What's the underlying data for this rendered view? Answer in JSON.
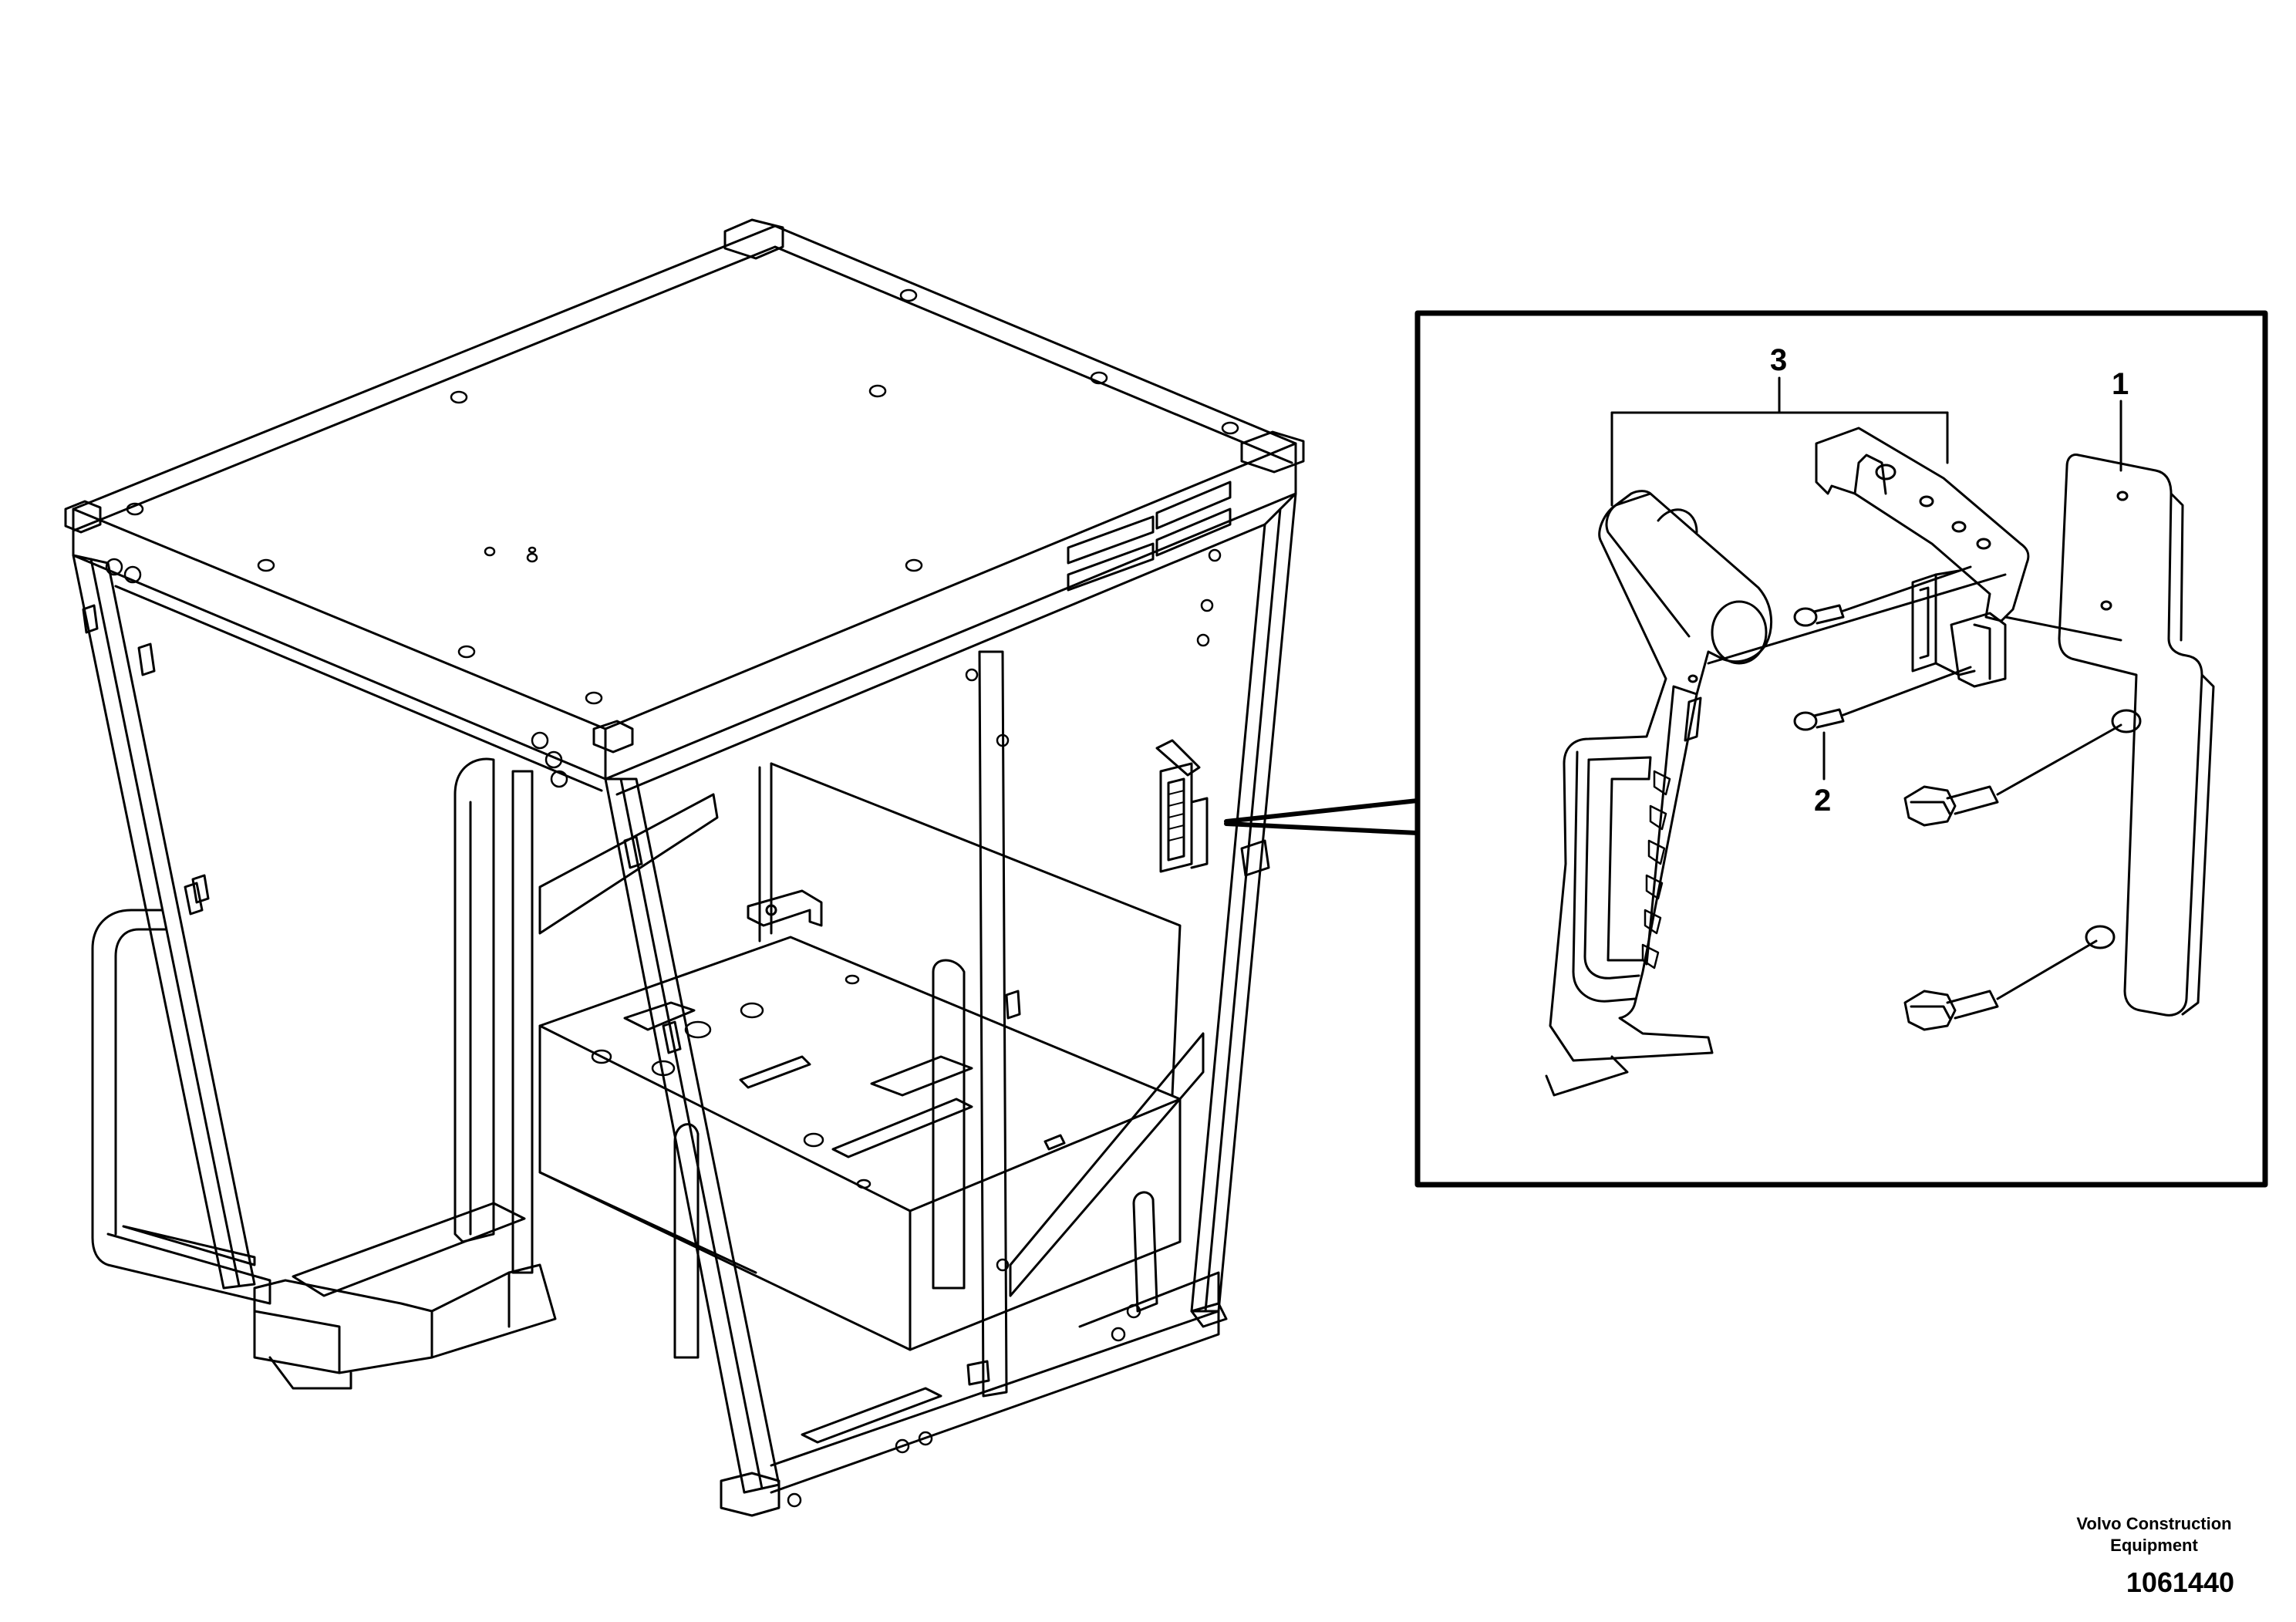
{
  "callouts": {
    "item1": "1",
    "item2": "2",
    "item3": "3"
  },
  "footer": {
    "brand_line1": "Volvo Construction",
    "brand_line2": "Equipment",
    "document_number": "1061440"
  },
  "colors": {
    "line": "#000000",
    "background": "#ffffff"
  }
}
